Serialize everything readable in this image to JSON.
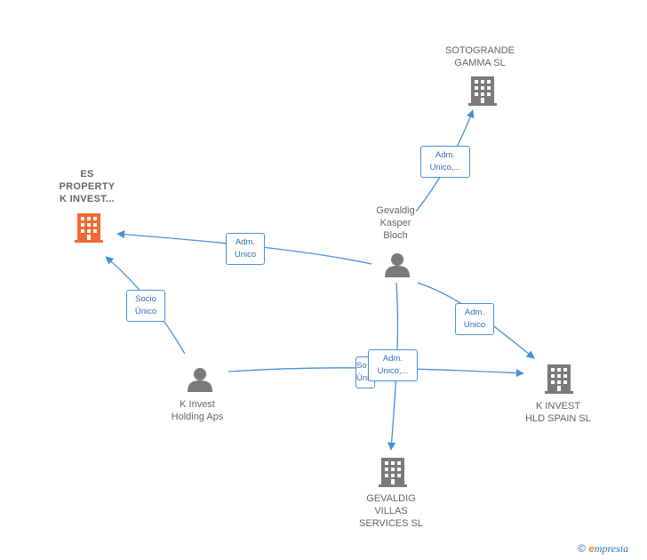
{
  "colors": {
    "edge": "#4a90d9",
    "node": "#7a7a7a",
    "focus": "#f26a32"
  },
  "nodes": {
    "sotogrande": {
      "label": "SOTOGRANDE\nGAMMA  SL",
      "kind": "company",
      "icon": "building-icon"
    },
    "esproperty": {
      "label": "ES\nPROPERTY\nK INVEST...",
      "kind": "company-focus",
      "icon": "building-icon"
    },
    "gevaldig_person": {
      "label": "Gevaldig\nKasper\nBloch",
      "kind": "person",
      "icon": "person-icon"
    },
    "kinvest_holding": {
      "label": "K Invest\nHolding Aps",
      "kind": "person",
      "icon": "person-icon"
    },
    "kinvest_hld": {
      "label": "K INVEST\nHLD SPAIN  SL",
      "kind": "company",
      "icon": "building-icon"
    },
    "gevaldig_villas": {
      "label": "GEVALDIG\nVILLAS\nSERVICES  SL",
      "kind": "company",
      "icon": "building-icon"
    }
  },
  "edges": {
    "e1": "Adm.\nUnico,...",
    "e2": "Adm.\nUnico",
    "e3": "Socio\nÚnico",
    "e4": "Adm.\nUnico",
    "e5": "So\nÚnico",
    "e6": "Adm.\nUnico,..."
  },
  "watermark": {
    "copyright": "©",
    "brand_initial": "e",
    "brand_rest": "mpresia"
  }
}
